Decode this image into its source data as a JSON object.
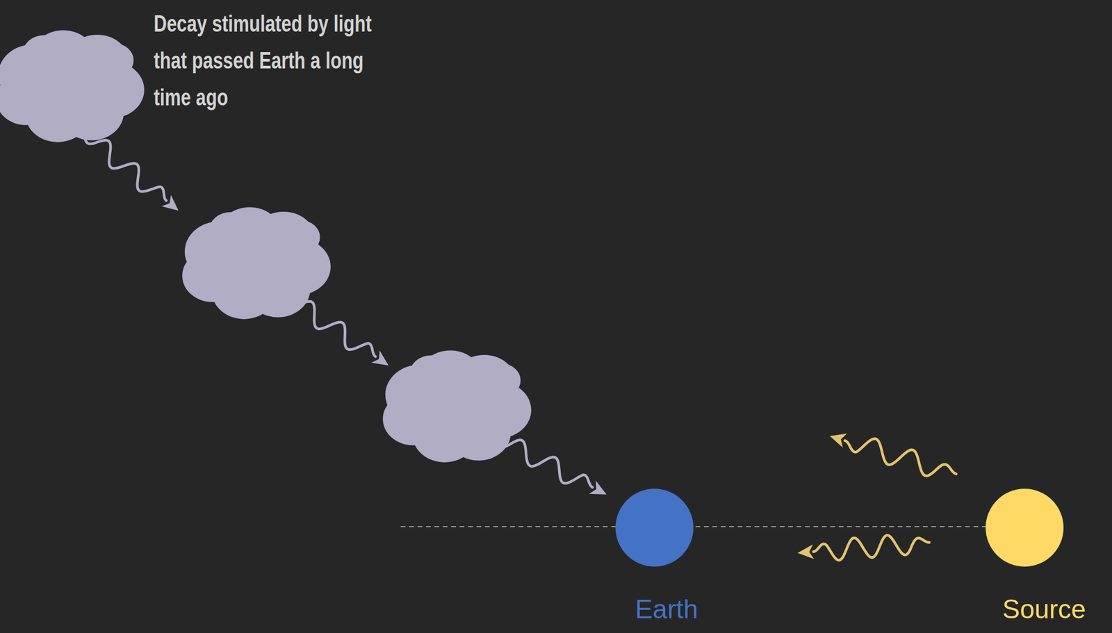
{
  "diagram": {
    "nodes": [
      {
        "text": [
          "Earth"
        ]
      },
      {
        "text": [
          "Source"
        ]
      }
    ],
    "labels": [
      "Decay stimulated by light that passed Earth a long time ago"
    ]
  }
}
